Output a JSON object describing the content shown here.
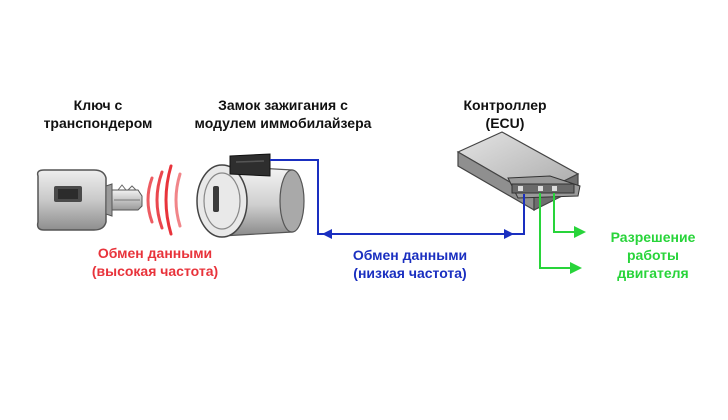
{
  "labels": {
    "key": [
      "Ключ с",
      "транспондером"
    ],
    "lock": [
      "Замок зажигания с",
      "модулем иммобилайзера"
    ],
    "ecu": [
      "Контроллер",
      "(ECU)"
    ],
    "high_freq": [
      "Обмен данными",
      "(высокая частота)"
    ],
    "low_freq": [
      "Обмен данными",
      "(низкая частота)"
    ],
    "engine_enable": [
      "Разрешение",
      "работы",
      "двигателя"
    ]
  },
  "colors": {
    "high_freq": "#e8333b",
    "low_freq": "#1a2fc0",
    "engine_enable": "#28d43a"
  }
}
